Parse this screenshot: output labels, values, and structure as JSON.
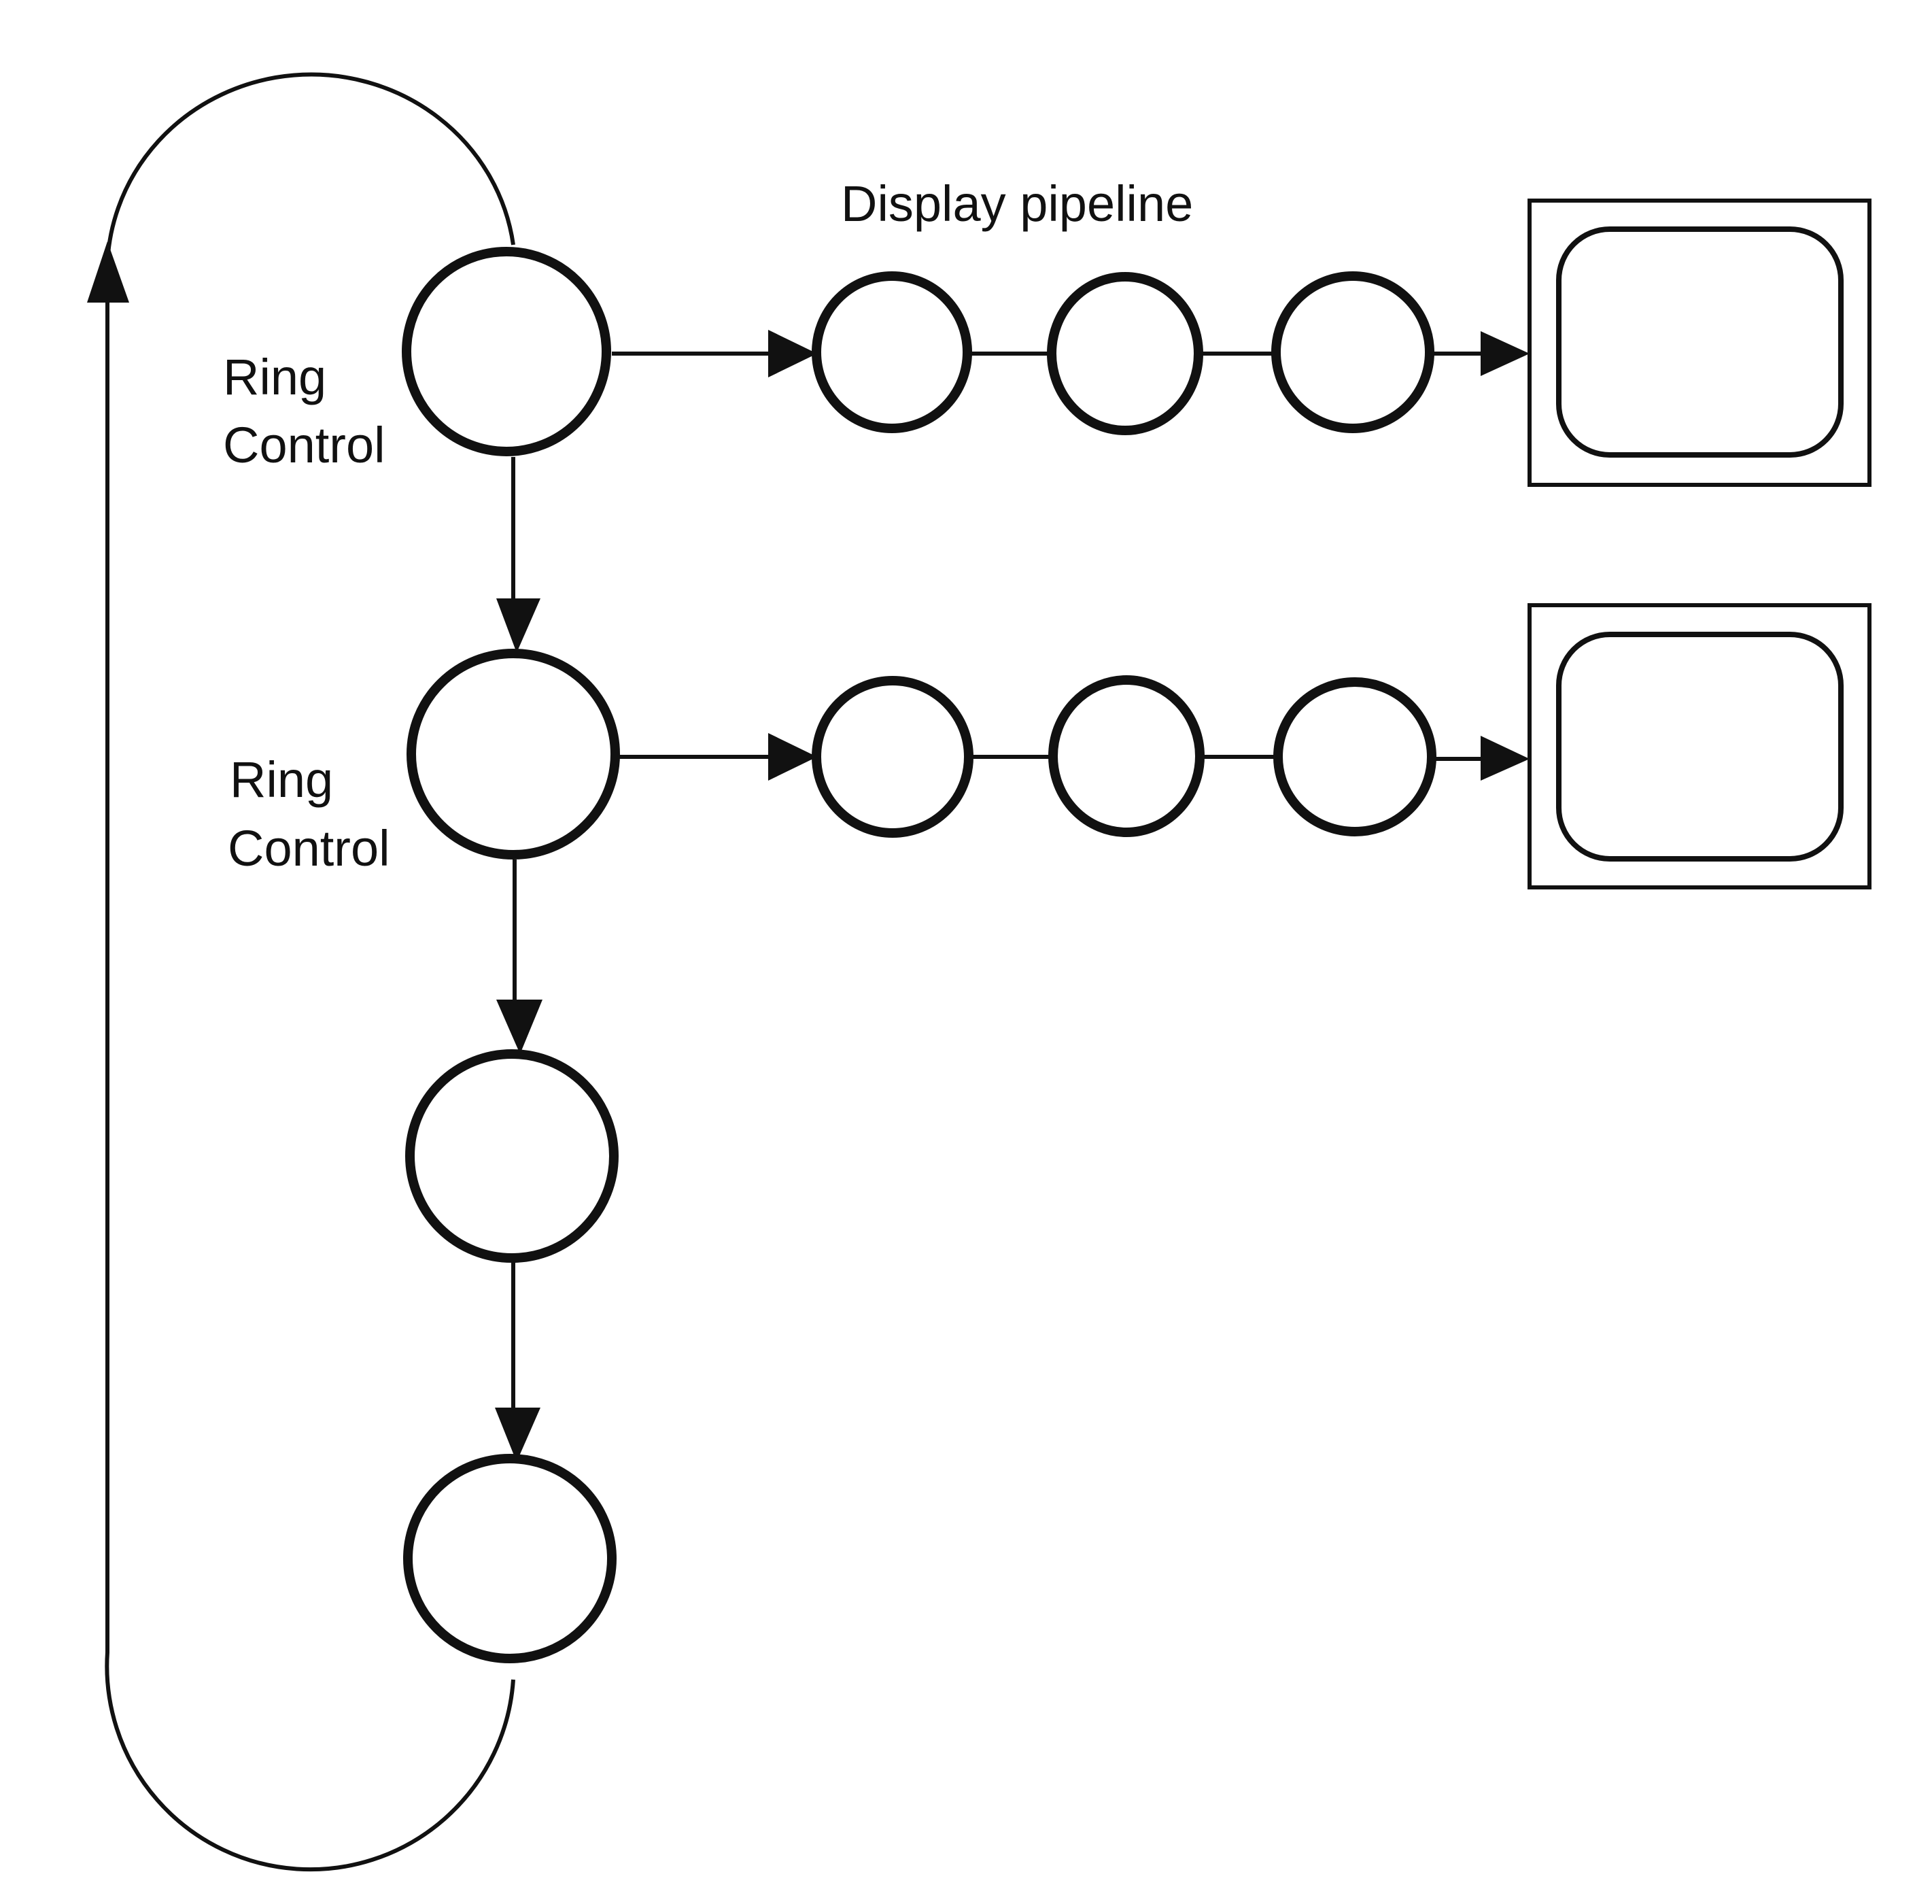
{
  "labels": {
    "pipeline_title": "Display pipeline",
    "ring_control_1": [
      "Ring",
      "Control"
    ],
    "ring_control_2": [
      "Ring",
      "Control"
    ]
  }
}
